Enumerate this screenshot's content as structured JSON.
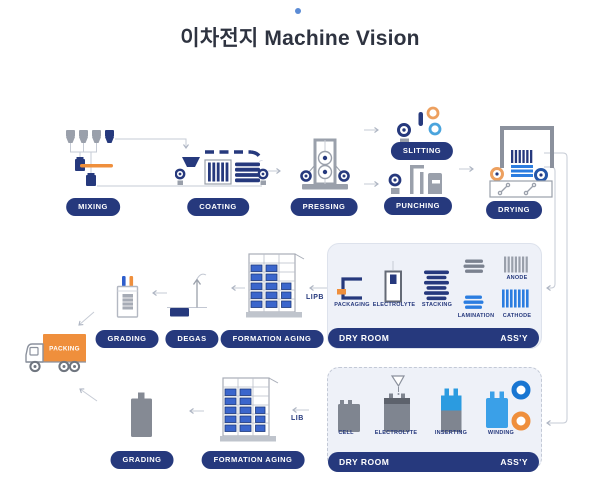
{
  "title": {
    "text": "이차전지 Machine Vision"
  },
  "colors": {
    "navy": "#26397d",
    "blue": "#2b7de0",
    "light_blue": "#3aa0e8",
    "orange": "#ef8f3c",
    "gray": "#8b919d",
    "line": "#c2c7d2",
    "box_bg": "#eef1f8",
    "title_text": "#2e3340",
    "dot_blue": "#5b8bd5"
  },
  "stages": {
    "mixing": "MIXING",
    "coating": "COATING",
    "pressing": "PRESSING",
    "slitting": "SLITTING",
    "punching": "PUNCHING",
    "drying": "DRYING",
    "formation_aging_mid": "FORMATION AGING",
    "degas": "DEGAS",
    "grading_mid": "GRADING",
    "formation_aging_bottom": "FORMATION AGING",
    "grading_bottom": "GRADING"
  },
  "pouch_box": {
    "dry_room": "DRY ROOM",
    "assy": "ASS'Y",
    "tag": "LIPB",
    "captions": {
      "packaging": "PACKAGING",
      "electrolyte": "ELECTROLYTE",
      "stacking": "STACKING",
      "lamination": "LAMINATION",
      "anode": "ANODE",
      "cathode": "CATHODE"
    }
  },
  "cylinder_box": {
    "dry_room": "DRY ROOM",
    "assy": "ASS'Y",
    "tag": "LIB",
    "captions": {
      "cell": "CELL",
      "electrolyte": "ELECTROLYTE",
      "inserting": "INSERTING",
      "winding": "WINDING"
    }
  },
  "packing": "PACKING"
}
